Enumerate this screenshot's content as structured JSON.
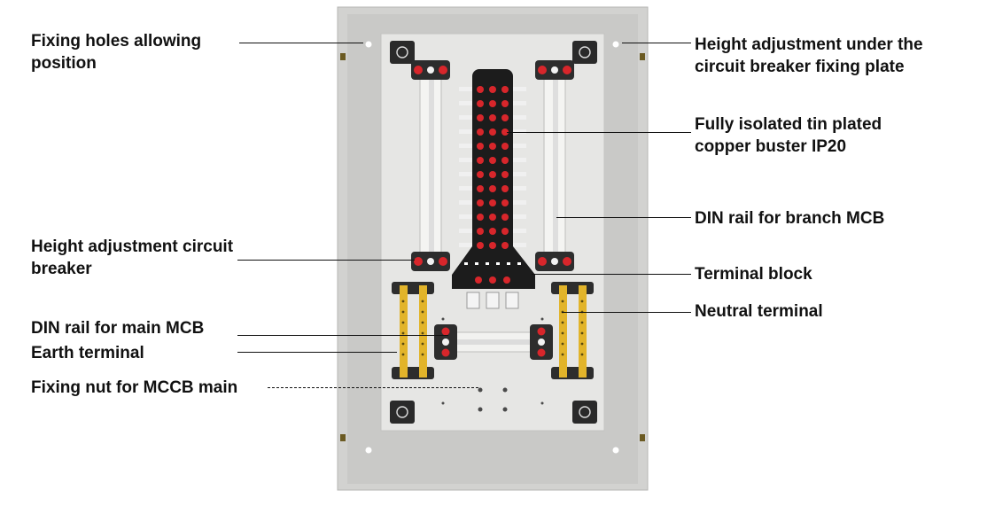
{
  "labels": {
    "fixing_holes": "Fixing holes allowing\nposition",
    "height_adj_plate": "Height adjustment under the\ncircuit breaker fixing plate",
    "busbar": "Fully isolated tin plated\ncopper buster IP20",
    "din_branch": "DIN rail for branch MCB",
    "height_adj_breaker": "Height adjustment circuit\nbreaker",
    "terminal_block": "Terminal block",
    "neutral_terminal": "Neutral terminal",
    "din_main": "DIN rail for main MCB",
    "earth_terminal": "Earth terminal",
    "fixing_nut": "Fixing nut for MCCB main"
  },
  "colors": {
    "enclosure": "#d4d4d2",
    "plate": "#e8e8e6",
    "busbar": "#1a1a1a",
    "contact": "#d8262b",
    "brass": "#e2b42a"
  }
}
